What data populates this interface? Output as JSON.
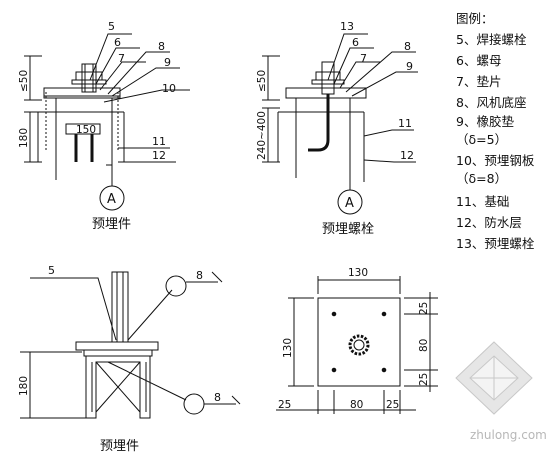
{
  "legend": {
    "title": "图例：",
    "items": [
      "5、焊接螺栓",
      "6、螺母",
      "7、垫片",
      "8、风机底座",
      "9、橡胶垫（δ=5）",
      "10、预埋钢板（δ=8）",
      "11、基础",
      "12、防水层",
      "13、预埋螺栓"
    ]
  },
  "fig1": {
    "caption": "预埋件",
    "circle_label": "A",
    "callouts": [
      "5",
      "6",
      "7",
      "8",
      "9",
      "10",
      "11",
      "12"
    ],
    "dim_top": "≤50",
    "dim_left": "180",
    "plate_label": "150"
  },
  "fig2": {
    "caption": "预埋螺栓",
    "circle_label": "A",
    "callouts": [
      "13",
      "6",
      "7",
      "8",
      "9",
      "11",
      "12"
    ],
    "dim_top": "≤50",
    "dim_left": "240~400"
  },
  "fig3": {
    "caption": "预埋件",
    "callouts": [
      "5",
      "8",
      "8"
    ],
    "dim_left": "180"
  },
  "fig4": {
    "dim_top": "130",
    "dim_left": "130",
    "dim_right": [
      "25",
      "80",
      "25"
    ],
    "dim_bottom": [
      "25",
      "80",
      "25"
    ]
  },
  "watermark": "zhulong.com"
}
